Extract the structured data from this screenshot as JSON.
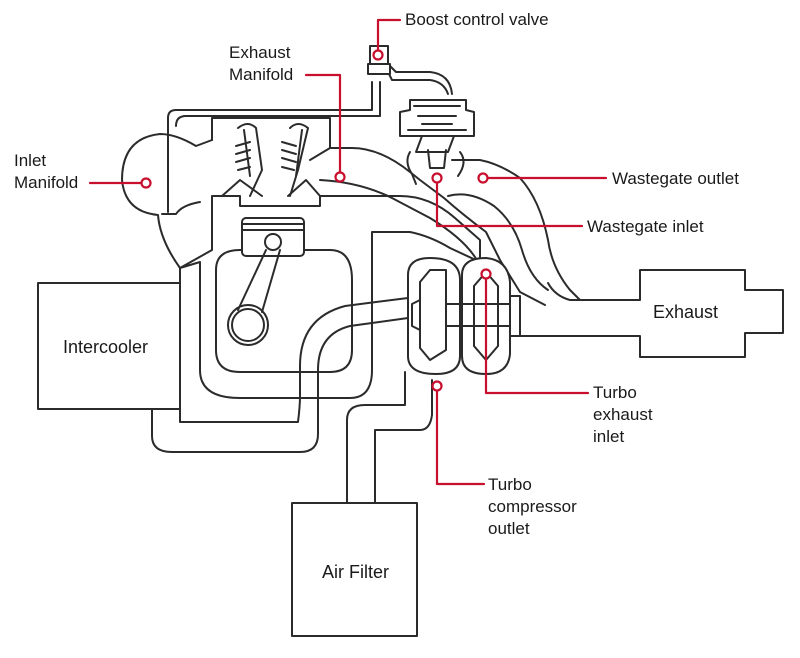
{
  "labels": {
    "boost_control_valve": "Boost control valve",
    "exhaust_manifold": [
      "Exhaust",
      "Manifold"
    ],
    "inlet_manifold": [
      "Inlet",
      "Manifold"
    ],
    "wastegate_outlet": "Wastegate outlet",
    "wastegate_inlet": "Wastegate inlet",
    "exhaust": "Exhaust",
    "intercooler": "Intercooler",
    "turbo_exhaust_inlet": [
      "Turbo",
      "exhaust",
      "inlet"
    ],
    "turbo_compressor_outlet": [
      "Turbo",
      "compressor",
      "outlet"
    ],
    "air_filter": "Air Filter"
  },
  "colors": {
    "line": "#2b2b2b",
    "callout": "#c8102e",
    "background": "#ffffff"
  }
}
